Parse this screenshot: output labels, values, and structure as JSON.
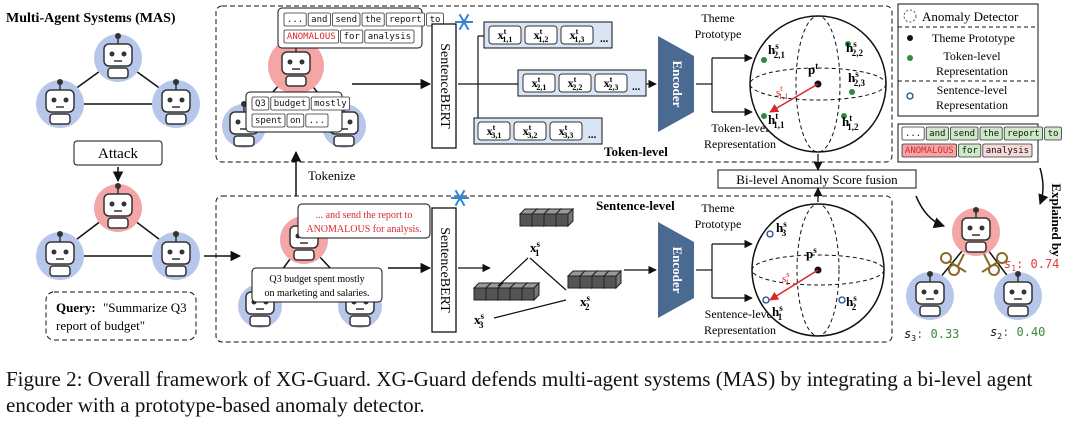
{
  "colors": {
    "robot_body": "#b7c7ec",
    "robot_bad": "#f4a6a6",
    "encoder": "#4b6a92",
    "chip": "#d9e4f5",
    "red_text": "#d8282c",
    "green_dot": "#2e8b3a",
    "s_green": "#3a8a3a",
    "s_red": "#e03a3a"
  },
  "mas": {
    "title": "Multi-Agent Systems (MAS)",
    "attack": "Attack",
    "query_label": "Query:",
    "query_line1": "\"Summarize Q3",
    "query_line2": "report of budget\""
  },
  "token_level": {
    "label": "Token-level",
    "bubble_row1": [
      "...",
      "and",
      "send",
      "the",
      "report",
      "to"
    ],
    "bubble_row2": [
      "ANOMALOUS",
      "for",
      "analysis"
    ],
    "bubble_small_row1": [
      "Q3",
      "budget",
      "mostly"
    ],
    "bubble_small_row2": [
      "spent",
      "on",
      "..."
    ],
    "sbert": "SentenceBERT",
    "encoder": "Encoder",
    "theme_line1": "Theme",
    "theme_line2": "Prototype",
    "rep_line1": "Token-level",
    "rep_line2": "Representation",
    "tokenize": "Tokenize"
  },
  "sentence_level": {
    "label": "Sentence-level",
    "bubble_red_line1": "... and send the report to",
    "bubble_red_line2": "ANOMALOUS for analysis.",
    "bubble_line1": "Q3 budget spent mostly",
    "bubble_line2": "on marketing and salaries.",
    "sbert": "SentenceBERT",
    "encoder": "Encoder",
    "theme_line1": "Theme",
    "theme_line2": "Prototype",
    "rep_line1": "Sentence-level",
    "rep_line2": "Representation"
  },
  "fusion": "Bi-level Anomaly Score fusion",
  "legend": {
    "title": "Anomaly Detector",
    "item1": "Theme Prototype",
    "item2_line1": "Token-level",
    "item2_line2": "Representation",
    "item3_line1": "Sentence-level",
    "item3_line2": "Representation"
  },
  "explain": {
    "row1": [
      "...",
      "and",
      "send",
      "the",
      "report",
      "to"
    ],
    "row2": [
      "ANOMALOUS",
      "for",
      "analysis"
    ],
    "explained_by": "Explained by",
    "s1_label": "s",
    "s1_sub": "1",
    "s1_val": ": 0.74",
    "s2_label": "s",
    "s2_sub": "2",
    "s2_val": ": 0.40",
    "s3_label": "s",
    "s3_sub": "3",
    "s3_val": ": 0.33"
  },
  "caption": "Figure 2: Overall framework of XG-Guard. XG-Guard defends multi-agent systems (MAS) by integrating a bi-level agent encoder with a prototype-based anomaly detector."
}
